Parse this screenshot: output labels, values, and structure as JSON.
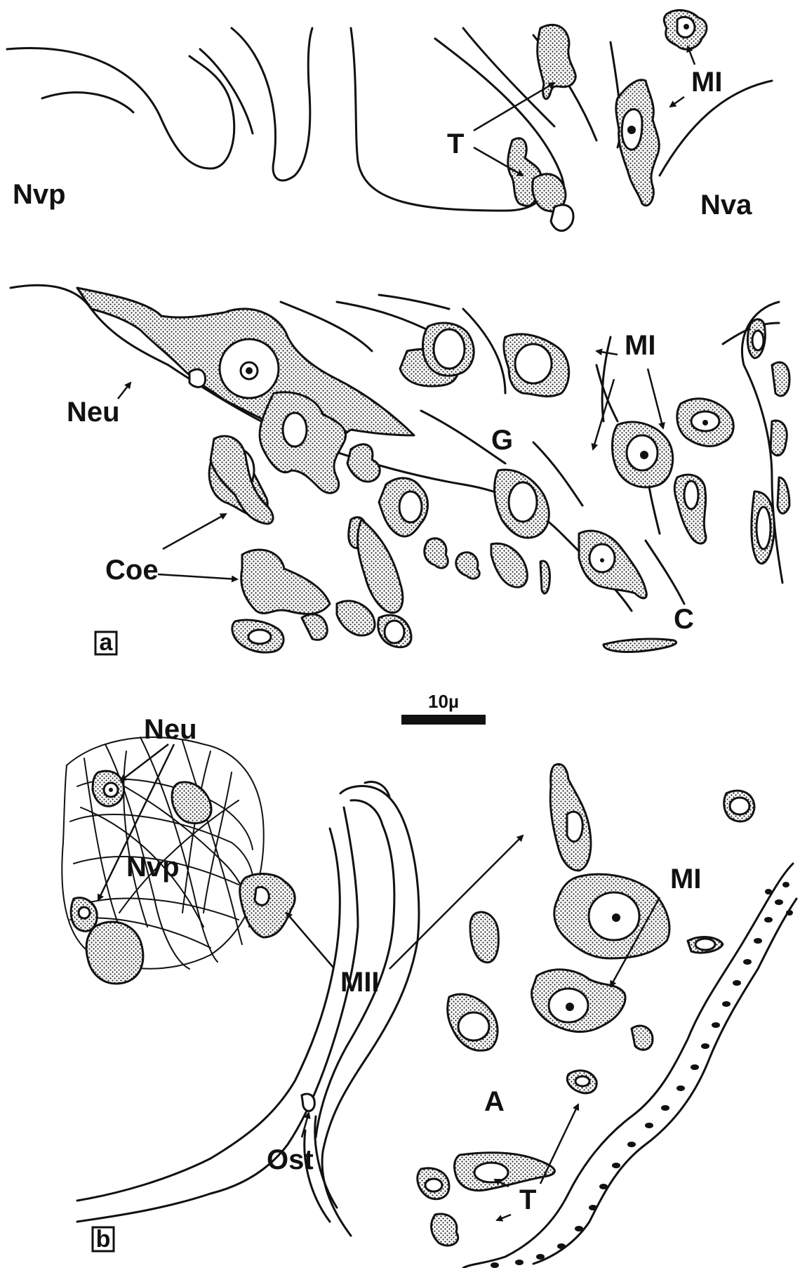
{
  "panel_a": {
    "panel_label": "a",
    "labels": {
      "nvp": "Nvp",
      "nva": "Nva",
      "t": "T",
      "mi_top": "MI",
      "mi_mid": "MI",
      "neu": "Neu",
      "g": "G",
      "coe": "Coe",
      "c": "C"
    }
  },
  "scale_bar": {
    "label": "10µ"
  },
  "panel_b": {
    "panel_label": "b",
    "labels": {
      "neu": "Neu",
      "nvp": "Nvp",
      "mi": "MI",
      "mii": "MII",
      "a": "A",
      "ost": "Ost",
      "t": "T"
    }
  }
}
